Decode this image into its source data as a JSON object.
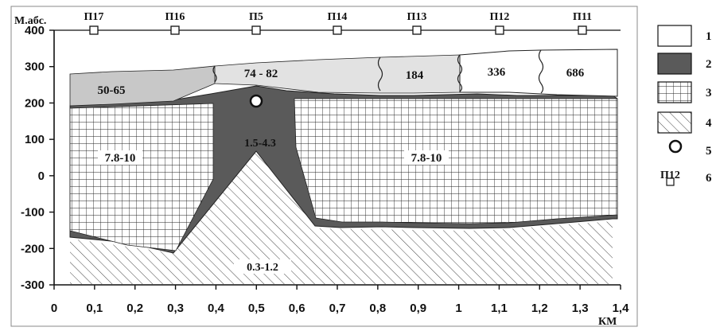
{
  "axes": {
    "y_unit": "М.абс.",
    "x_unit": "КМ",
    "y_ticks": [
      "400",
      "300",
      "200",
      "100",
      "0",
      "-100",
      "-200",
      "-300"
    ],
    "x_ticks": [
      "0",
      "0,1",
      "0,2",
      "0,3",
      "0,4",
      "0,5",
      "0,6",
      "0,7",
      "0,8",
      "0,9",
      "1",
      "1,1",
      "1,2",
      "1,3",
      "1,4"
    ]
  },
  "stations": [
    "П17",
    "П16",
    "П5",
    "П14",
    "П13",
    "П12",
    "П11"
  ],
  "top_layer_labels": [
    "50-65",
    "74 - 82",
    "184",
    "336",
    "686"
  ],
  "body_labels": {
    "left_grid": "7.8-10",
    "intrusion": "1.5-4.3",
    "right_grid": "7.8-10",
    "basement": "0.3-1.2"
  },
  "legend": [
    {
      "number": "1",
      "fill": "#ffffff",
      "pattern": "white"
    },
    {
      "number": "2",
      "fill": "#5a5a5a",
      "pattern": "dark"
    },
    {
      "number": "3",
      "fill": "#ffffff",
      "pattern": "grid"
    },
    {
      "number": "4",
      "fill": "#ffffff",
      "pattern": "hatch"
    },
    {
      "number": "5",
      "pattern": "circle"
    },
    {
      "number": "6",
      "pattern": "station",
      "sample_label": "П12"
    }
  ],
  "colors": {
    "dark": "#5a5a5a",
    "light_gray": "#c8c8c8",
    "very_light_gray": "#e2e2e2",
    "border": "#111111"
  }
}
